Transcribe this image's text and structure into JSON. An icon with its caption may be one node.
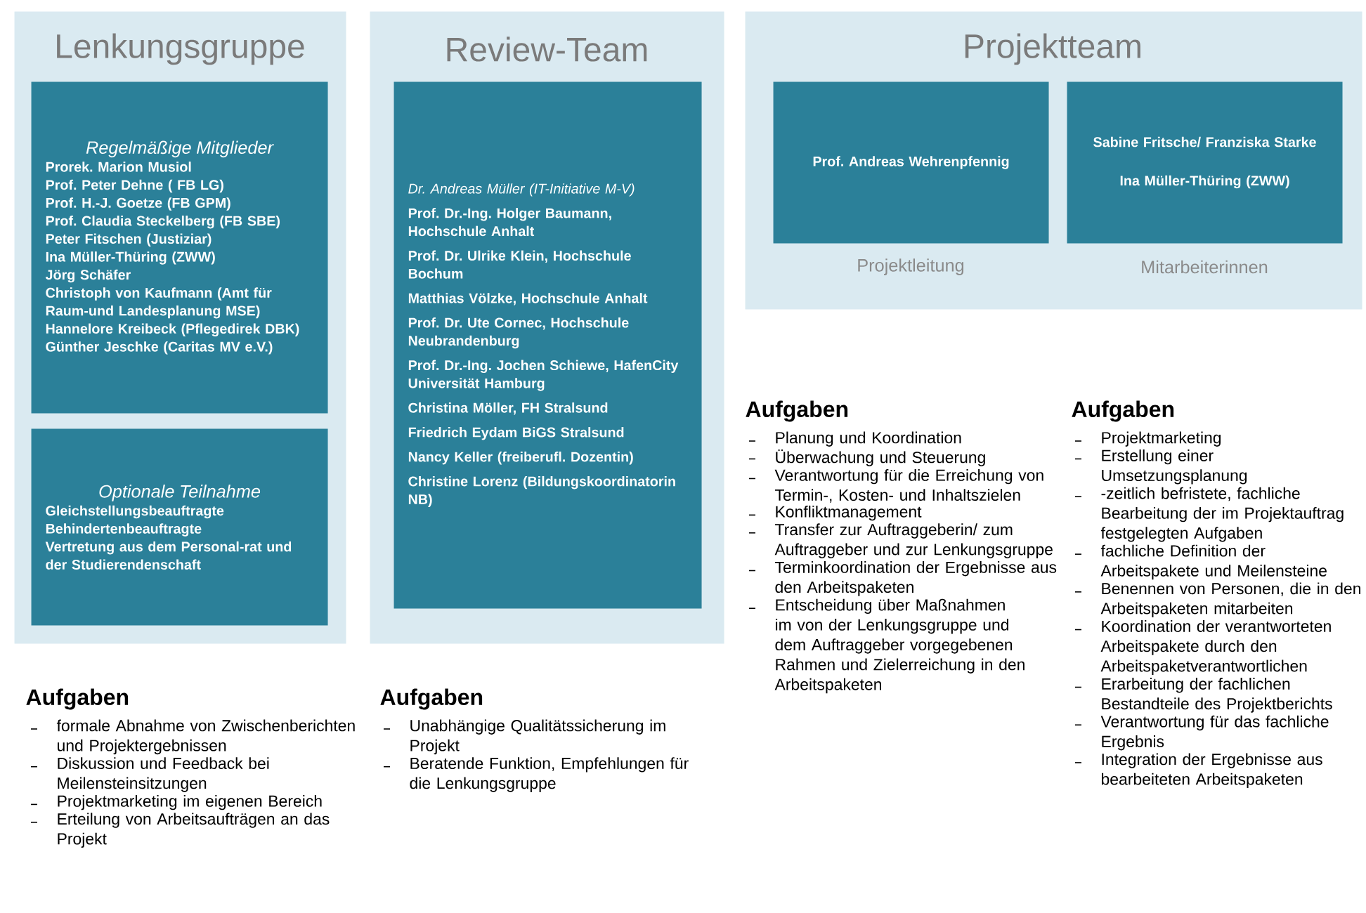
{
  "diagram": {
    "nodes": [
      {
        "text": [
          "Lenkungsgruppe"
        ]
      },
      {
        "text": [
          "Regelmäßige Mitglieder",
          "Prorek. Marion Musiol",
          "Prof. Peter Dehne ( FB LG)",
          "Prof. H.-J. Goetze (FB GPM)",
          "Prof. Claudia Steckelberg (FB SBE)",
          "Peter Fitschen (Justiziar)",
          "Ina Müller-Thüring (ZWW)",
          "Jörg Schäfer",
          "Christoph von Kaufmann (Amt für Raum-und Landesplanung MSE)",
          "Hannelore Kreibeck (Pflegedirek DBK)",
          "Günther Jeschke (Caritas MV e.V.)"
        ],
        "in": 0
      },
      {
        "text": [
          "Optionale Teilnahme",
          "Gleichstellungsbeauftragte",
          "Behindertenbeauftragte",
          "Vertretung aus dem Personal-rat und der Studierendenschaft"
        ],
        "in": 0
      },
      {
        "text": [
          "Review-Team"
        ]
      },
      {
        "text": [
          "Dr. Andreas Müller (IT-Initiative M-V)",
          "Prof. Dr.-Ing. Holger Baumann, Hochschule Anhalt",
          "Prof. Dr. Ulrike Klein, Hochschule Bochum",
          "Matthias Völzke, Hochschule Anhalt",
          "Prof. Dr. Ute Cornec, Hochschule Neubrandenburg",
          "Prof. Dr.-Ing. Jochen Schiewe, HafenCity Universität Hamburg",
          "Christina Möller, FH Stralsund",
          "Friedrich Eydam BiGS Stralsund",
          "Nancy Keller (freiberufl. Dozentin)",
          "Christine Lorenz (Bildungskoordinatorin NB)"
        ],
        "in": 3
      },
      {
        "text": [
          "Projektteam"
        ]
      },
      {
        "text": [
          "Prof. Andreas Wehrenpfennig"
        ],
        "in": 5,
        "beside": [
          "Projektleitung"
        ]
      },
      {
        "text": [
          "Sabine Fritsche/ Franziska Starke",
          "Ina Müller-Thüring (ZWW)"
        ],
        "in": 5,
        "beside": [
          "Mitarbeiterinnen"
        ]
      }
    ],
    "labels": [
      "Aufgaben",
      "formale Abnahme von Zwischenberichten und Projektergebnissen",
      "Diskussion und Feedback bei Meilensteinsitzungen",
      "Projektmarketing im eigenen Bereich",
      "Erteilung von Arbeitsaufträgen an das Projekt",
      "Aufgaben",
      "Unabhängige Qualitätssicherung im Projekt",
      "Beratende Funktion, Empfehlungen für die Lenkungsgruppe",
      "Aufgaben",
      "Planung und Koordination",
      "Überwachung und Steuerung",
      "Verantwortung für die Erreichung von Termin-, Kosten- und Inhaltszielen",
      "Konfliktmanagement",
      "Transfer zur Auftraggeberin/ zum Auftraggeber und zur Lenkungsgruppe",
      "Terminkoordination der Ergebnisse aus den Arbeitspaketen",
      "Entscheidung über Maßnahmen im von der Lenkungsgruppe und dem Auftraggeber vorgegebenen Rahmen und Zielerreichung in den Arbeitspaketen",
      "Aufgaben",
      "Projektmarketing",
      "Erstellung einer Umsetzungsplanung",
      "-zeitlich befristete, fachliche Bearbeitung der im Projektauftrag festgelegten Aufgaben",
      "fachliche Definition der Arbeitspakete und Meilensteine",
      "Benennen von Personen, die in den Arbeitspaketen mitarbeiten",
      "Koordination der verantworteten Arbeitspakete durch den Arbeitspaketverantwortlichen",
      "Erarbeitung der fachlichen Bestandteile des Projektberichts",
      "Verantwortung für das fachliche Ergebnis",
      "Integration der Ergebnisse aus bearbeiteten Arbeitspaketen"
    ]
  }
}
